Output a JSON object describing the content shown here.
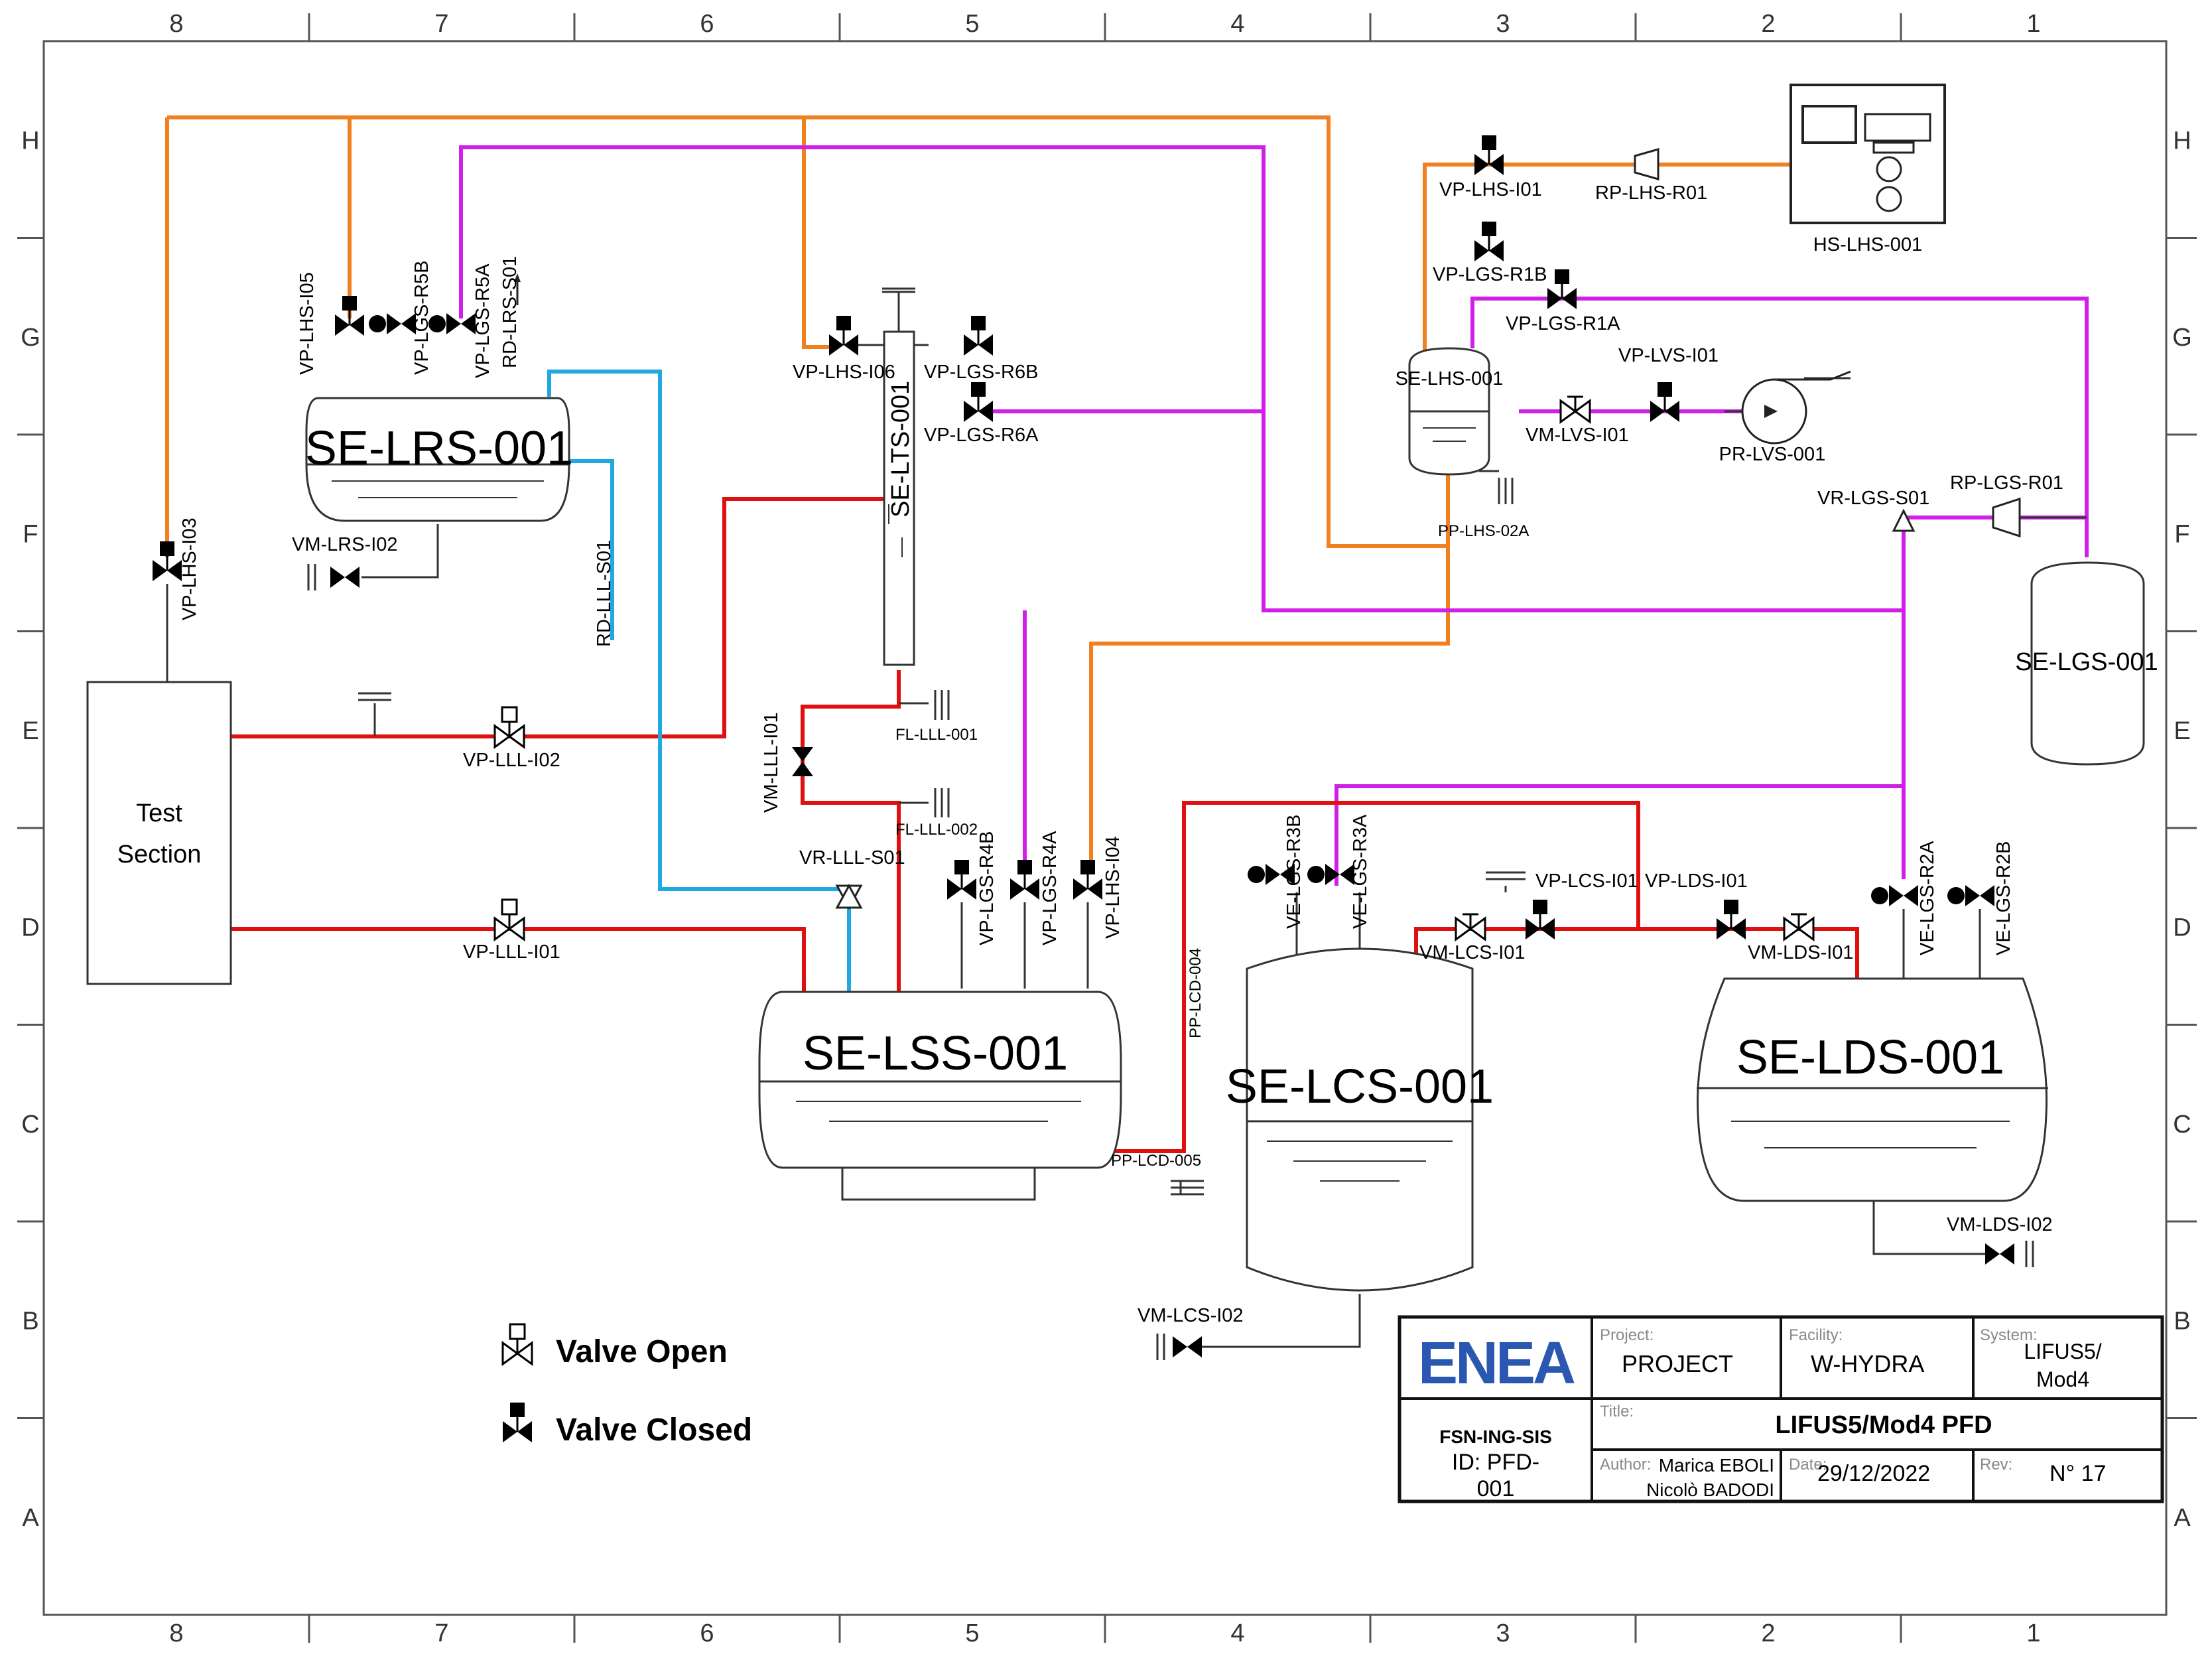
{
  "grid": {
    "columns": [
      "8",
      "7",
      "6",
      "5",
      "4",
      "3",
      "2",
      "1"
    ],
    "rows": [
      "H",
      "G",
      "F",
      "E",
      "D",
      "C",
      "B",
      "A"
    ]
  },
  "colors": {
    "orange": "#F08020",
    "magenta": "#D020E8",
    "red": "#E01010",
    "cyan": "#20A8E0"
  },
  "equipment": {
    "lrs": "SE-LRS-001",
    "lss": "SE-LSS-001",
    "lcs": "SE-LCS-001",
    "lds": "SE-LDS-001",
    "lgs": "SE-LGS-001",
    "lhs": "SE-LHS-001",
    "lts": "SE-LTS-001",
    "hs": "HS-LHS-001",
    "test_line1": "Test",
    "test_line2": "Section",
    "pr_lvs": "PR-LVS-001"
  },
  "valves": {
    "vp_lhs_i05": "VP-LHS-I05",
    "vp_lgs_r5b": "VP-LGS-R5B",
    "vp_lgs_r5a": "VP-LGS-R5A",
    "rd_lrs_s01": "RD-LRS-S01",
    "vm_lrs_i02": "VM-LRS-I02",
    "vp_lhs_i03": "VP-LHS-I03",
    "rd_lll_s01": "RD-LLL-S01",
    "vp_lll_i02": "VP-LLL-I02",
    "vp_lll_i01": "VP-LLL-I01",
    "vp_lhs_i06": "VP-LHS-I06",
    "vp_lgs_r6b": "VP-LGS-R6B",
    "vp_lgs_r6a": "VP-LGS-R6A",
    "vm_lll_i01": "VM-LLL-I01",
    "fl_lll_001": "FL-LLL-001",
    "fl_lll_002": "FL-LLL-002",
    "vr_lll_s01": "VR-LLL-S01",
    "vp_lgs_r4b": "VP-LGS-R4B",
    "vp_lgs_r4a": "VP-LGS-R4A",
    "vp_lhs_i04": "VP-LHS-I04",
    "pp_lcd_004": "PP-LCD-004",
    "pp_lcd_005": "PP-LCD-005",
    "ve_lgs_r3b": "VE-LGS-R3B",
    "ve_lgs_r3a": "VE-LGS-R3A",
    "vm_lcs_i01": "VM-LCS-I01",
    "vp_lcs_i01": "VP-LCS-I01",
    "vp_lds_i01": "VP-LDS-I01",
    "vm_lds_i01": "VM-LDS-I01",
    "ve_lgs_r2a": "VE-LGS-R2A",
    "ve_lgs_r2b": "VE-LGS-R2B",
    "vm_lds_i02": "VM-LDS-I02",
    "vm_lcs_i02": "VM-LCS-I02",
    "vp_lhs_i01": "VP-LHS-I01",
    "rp_lhs_r01": "RP-LHS-R01",
    "vp_lgs_r1b": "VP-LGS-R1B",
    "vp_lgs_r1a": "VP-LGS-R1A",
    "vp_lvs_i01": "VP-LVS-I01",
    "vm_lvs_i01": "VM-LVS-I01",
    "pp_lhs_02a": "PP-LHS-02A",
    "vr_lgs_s01": "VR-LGS-S01",
    "rp_lgs_r01": "RP-LGS-R01"
  },
  "legend": {
    "open": "Valve Open",
    "closed": "Valve Closed"
  },
  "titleblock": {
    "logo": "ENEA",
    "project_caption": "Project:",
    "project": "PROJECT",
    "facility_caption": "Facility:",
    "facility": "W-HYDRA",
    "system_caption": "System:",
    "system_line1": "LIFUS5/",
    "system_line2": "Mod4",
    "org": "FSN-ING-SIS",
    "id_line1": "ID: PFD-",
    "id_line2": "001",
    "title_caption": "Title:",
    "title": "LIFUS5/Mod4 PFD",
    "author_caption": "Author:",
    "author_line1": "Marica EBOLI",
    "author_line2": "Nicolò BADODI",
    "date_caption": "Date:",
    "date": "29/12/2022",
    "rev_caption": "Rev:",
    "rev": "N° 17"
  }
}
